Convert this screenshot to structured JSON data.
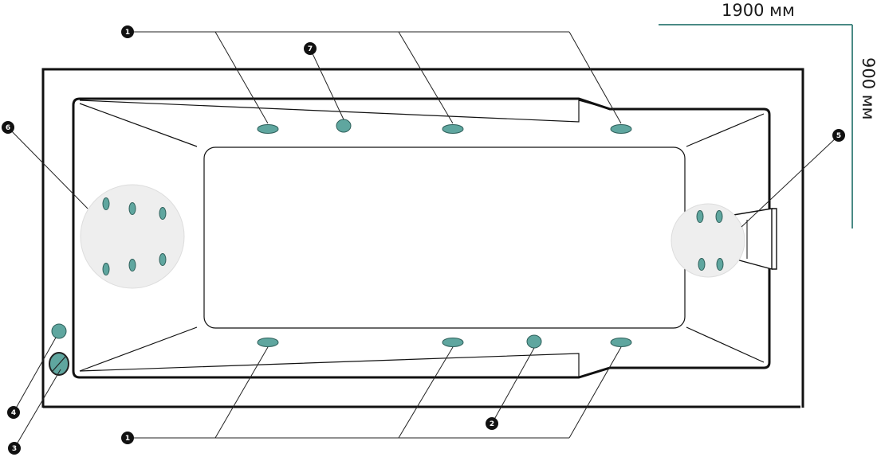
{
  "dimensions": {
    "length_label": "1900 мм",
    "width_label": "900 мм"
  },
  "callouts": {
    "one_top": "1",
    "one_bottom": "1",
    "two": "2",
    "three": "3",
    "four": "4",
    "five": "5",
    "six": "6",
    "seven": "7"
  },
  "colors": {
    "outline": "#111111",
    "jet": "#5fa69f",
    "jet_stroke": "#2e5f5a",
    "zone_fill": "#eeeeee",
    "dimension_line": "#4a8a85",
    "leader": "#222222"
  },
  "icons": [
    "callout-badge",
    "hydromassage-jet",
    "drain-valve",
    "control-button"
  ]
}
